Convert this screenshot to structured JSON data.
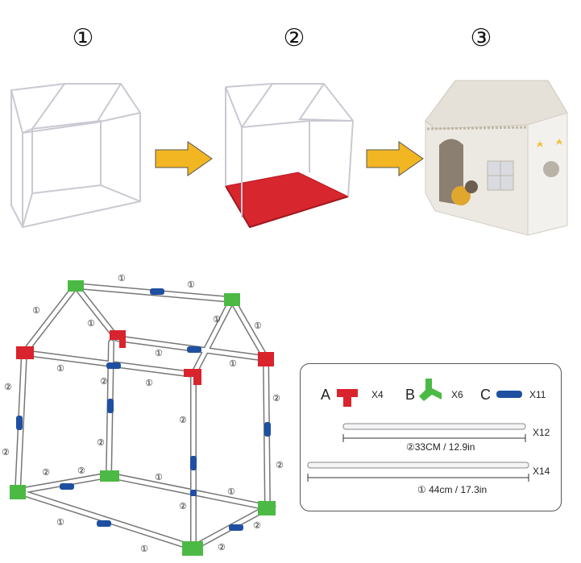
{
  "steps": [
    "①",
    "②",
    "③"
  ],
  "frame_labels": {
    "one": "①",
    "two": "②"
  },
  "legend": {
    "a": {
      "letter": "A",
      "qty": "X4",
      "color": "#d9232d"
    },
    "b": {
      "letter": "B",
      "qty": "X6",
      "color": "#4cb944"
    },
    "c": {
      "letter": "C",
      "qty": "X11",
      "color": "#1f4fa0"
    },
    "pole2": {
      "qty": "X12",
      "size": "②33CM / 12.9in"
    },
    "pole1": {
      "qty": "X14",
      "size": "① 44cm / 17.3in"
    }
  },
  "colors": {
    "mat": "#d7262e",
    "arrow": "#f2b622",
    "tent": "#ece8e2"
  }
}
